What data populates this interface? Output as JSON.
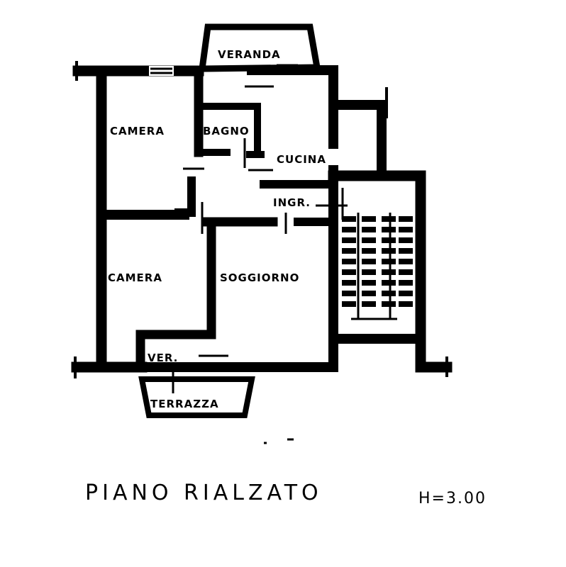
{
  "plan": {
    "rooms": {
      "veranda": "VERANDA",
      "camera_top": "CAMERA",
      "bagno": "BAGNO",
      "cucina": "CUCINA",
      "ingresso": "INGR.",
      "camera_bottom": "CAMERA",
      "soggiorno": "SOGGIORNO",
      "veranda_small": "VER.",
      "terrazza": "TERRAZZA"
    },
    "title": "PIANO RIALZATO",
    "height_label": "H=3.00"
  }
}
